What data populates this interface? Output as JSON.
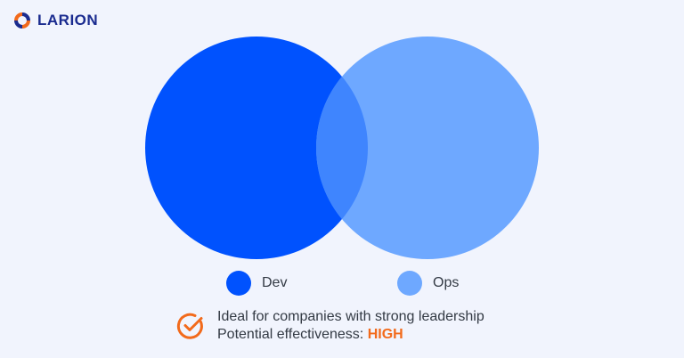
{
  "brand": {
    "name": "LARION",
    "logo_icon": "larion-logo-icon",
    "colors": {
      "primary": "#1a2b8f",
      "accent": "#f26a1b"
    }
  },
  "diagram": {
    "sets": [
      {
        "label": "Dev",
        "color": "#0052fe"
      },
      {
        "label": "Ops",
        "color": "#6ea8ff"
      }
    ],
    "overlap_color": "#3f85fe"
  },
  "note": {
    "icon": "check-circle-icon",
    "line1": "Ideal for companies with strong leadership",
    "line2_prefix": "Potential effectiveness:",
    "line2_value": "HIGH"
  }
}
